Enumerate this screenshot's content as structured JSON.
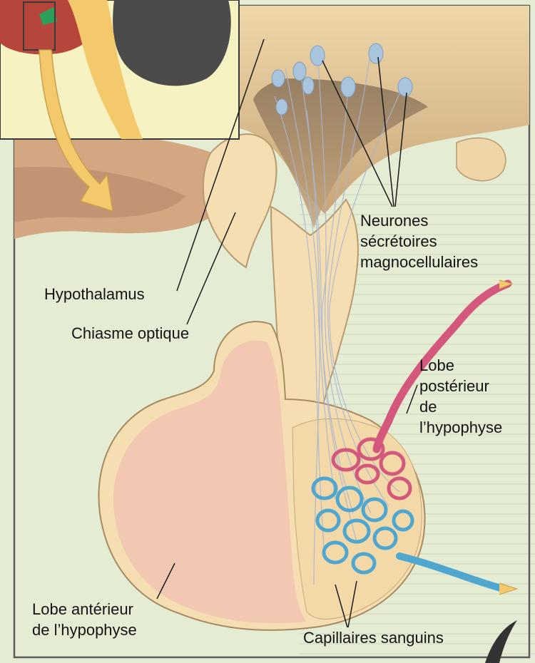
{
  "labels": {
    "neurones": [
      "Neurones",
      "sécrétoires",
      "magnocellulaires"
    ],
    "hypothalamus": "Hypothalamus",
    "chiasme": "Chiasme optique",
    "lobe_posterieur": [
      "Lobe",
      "postérieur",
      "de",
      "l’hypophyse"
    ],
    "lobe_anterieur": [
      "Lobe antérieur",
      "de l’hypophyse"
    ],
    "capillaires": "Capillaires sanguins"
  },
  "colors": {
    "background": "#e4ecd3",
    "tissue": "#f5dfb2",
    "anterior_lobe": "#f2c8b2",
    "artery": "#d4587c",
    "vein": "#4fa6cf",
    "neurons": "#a9c4dd",
    "brain_dark": "#6e5e4c",
    "cerebellum": "#4a4b4a",
    "inset_bg": "#f7f2c2",
    "arrow": "#f3c96c"
  }
}
